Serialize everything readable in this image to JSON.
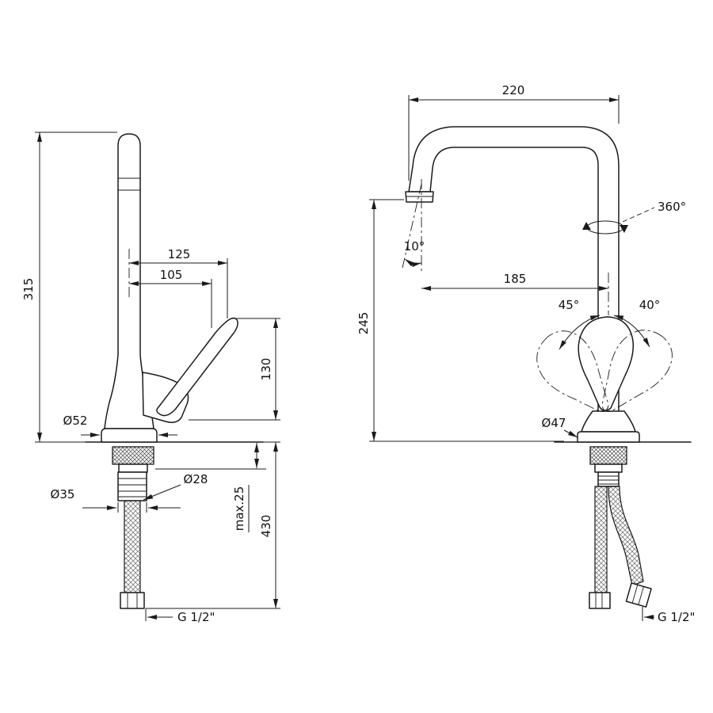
{
  "drawing": {
    "ink_color": "#1b1b1b",
    "background_color": "#ffffff",
    "left_view": {
      "height": "315",
      "spout_reach": "125",
      "spout_reach_inner": "105",
      "handle_height": "130",
      "base_diameter": "Ø52",
      "shank_diameter": "Ø35",
      "pipe_diameter": "Ø28",
      "max_mount_thickness": "max.25",
      "hose_length": "430",
      "thread_size": "G 1/2\""
    },
    "right_view": {
      "spout_span": "220",
      "outlet_height": "245",
      "spout_reach": "185",
      "outlet_angle": "10°",
      "swivel_range": "360°",
      "handle_tilt_left": "45°",
      "handle_tilt_right": "40°",
      "base_diameter": "Ø47",
      "thread_size": "G 1/2\""
    }
  }
}
